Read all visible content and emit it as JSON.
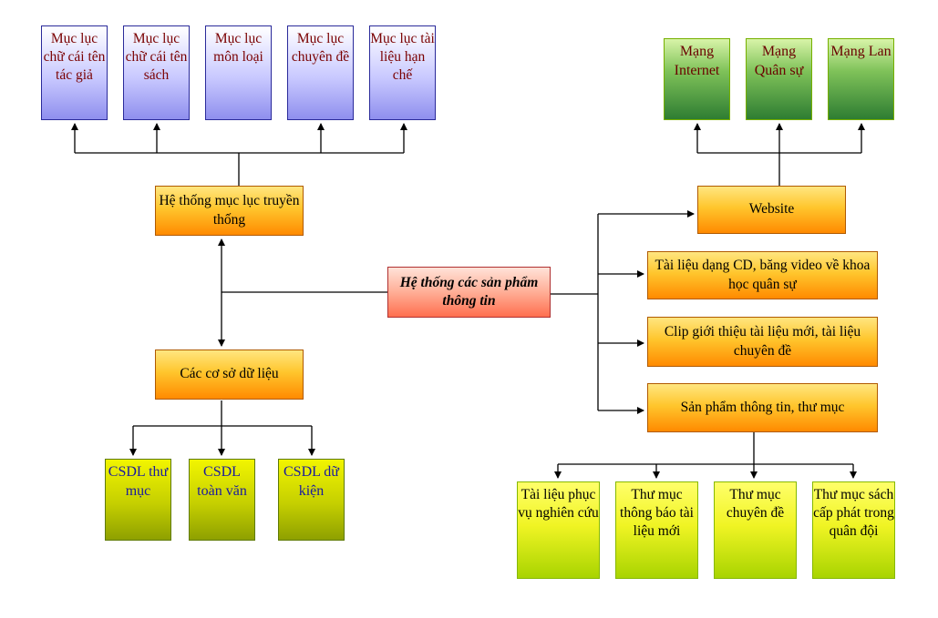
{
  "catalog_boxes": [
    "Mục lục chữ cái tên tác giả",
    "Mục lục chữ cái tên sách",
    "Mục lục môn loại",
    "Mục lục chuyên đề",
    "Mục lục tài liệu hạn chế"
  ],
  "network_boxes": [
    "Mạng Internet",
    "Mạng Quân sự",
    "Mạng Lan"
  ],
  "traditional_catalog": "Hệ thống mục lục truyền thống",
  "center_node": "Hệ thống các sản phẩm thông tin",
  "databases_node": "Các cơ sở dữ liệu",
  "database_boxes": [
    "CSDL thư mục",
    "CSDL toàn văn",
    "CSDL dữ kiện"
  ],
  "right_boxes": {
    "website": "Website",
    "cd_video": "Tài liệu dạng CD, băng video về khoa học quân sự",
    "clip": "Clip giới thiệu tài liệu mới, tài liệu chuyên đề",
    "info_products": "Sản phẩm thông tin, thư mục"
  },
  "product_boxes": [
    "Tài liệu phục vụ nghiên cứu",
    "Thư mục thông báo tài liệu mới",
    "Thư mục chuyên đề",
    "Thư mục sách cấp phát trong quân đội"
  ],
  "colors": {
    "line": "#000000",
    "blue_box": "#b4b4ff",
    "green_box": "#4a9a3c",
    "orange_box": "#ffb020",
    "pink_box": "#ff9070",
    "olive_box": "#c8cc00",
    "lime_box": "#e8f000"
  }
}
